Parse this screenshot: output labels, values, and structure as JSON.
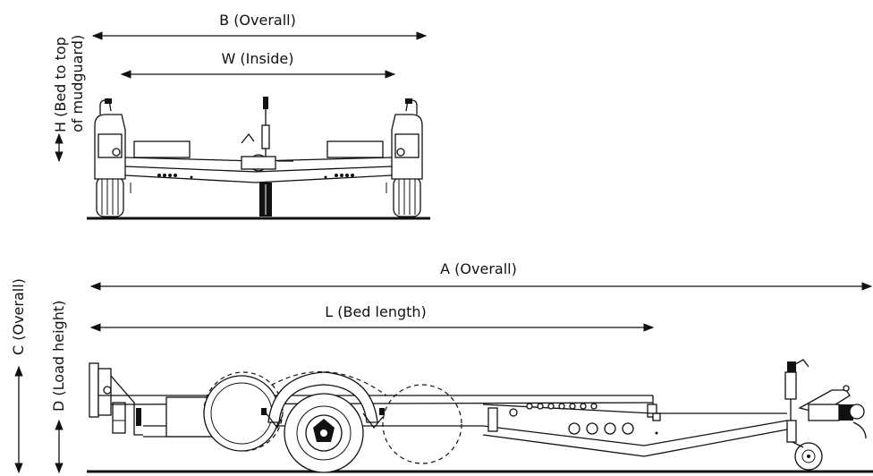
{
  "front_view": {
    "dim_overall_width": "B (Overall)",
    "dim_inside_width": "W (Inside)",
    "dim_height_line1": "H (Bed to top",
    "dim_height_line2": "of mudguard)"
  },
  "side_view": {
    "dim_overall_length": "A (Overall)",
    "dim_bed_length": "L (Bed length)",
    "dim_overall_height": "C (Overall)",
    "dim_load_height": "D (Load height)"
  }
}
